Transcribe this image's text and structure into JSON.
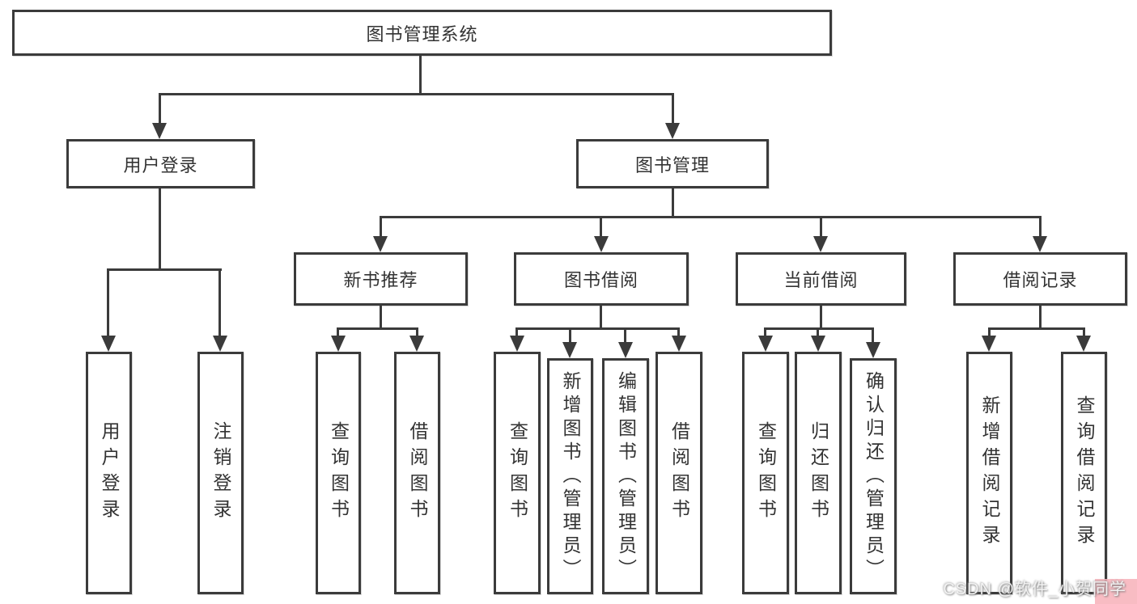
{
  "diagram": {
    "root": {
      "label": "图书管理系统"
    },
    "level2": [
      {
        "label": "用户登录"
      },
      {
        "label": "图书管理"
      }
    ],
    "level3": [
      {
        "label": "新书推荐"
      },
      {
        "label": "图书借阅"
      },
      {
        "label": "当前借阅"
      },
      {
        "label": "借阅记录"
      }
    ],
    "leaves": [
      {
        "label": "用户登录"
      },
      {
        "label": "注销登录"
      },
      {
        "label": "查询图书"
      },
      {
        "label": "借阅图书"
      },
      {
        "label": "查询图书"
      },
      {
        "label": "新增图书（管理员）"
      },
      {
        "label": "编辑图书（管理员）"
      },
      {
        "label": "借阅图书"
      },
      {
        "label": "查询图书"
      },
      {
        "label": "归还图书"
      },
      {
        "label": "确认归还（管理员）"
      },
      {
        "label": "新增借阅记录"
      },
      {
        "label": "查询借阅记录"
      }
    ]
  },
  "watermark": {
    "text": "CSDN @软件_小贺同学"
  },
  "colors": {
    "line": "#3b3b3b",
    "box_border": "#3b3b3b",
    "text": "#333333",
    "background": "#ffffff",
    "watermark_pink": "#f7b3bb",
    "watermark_text": "#f2f2f2"
  }
}
